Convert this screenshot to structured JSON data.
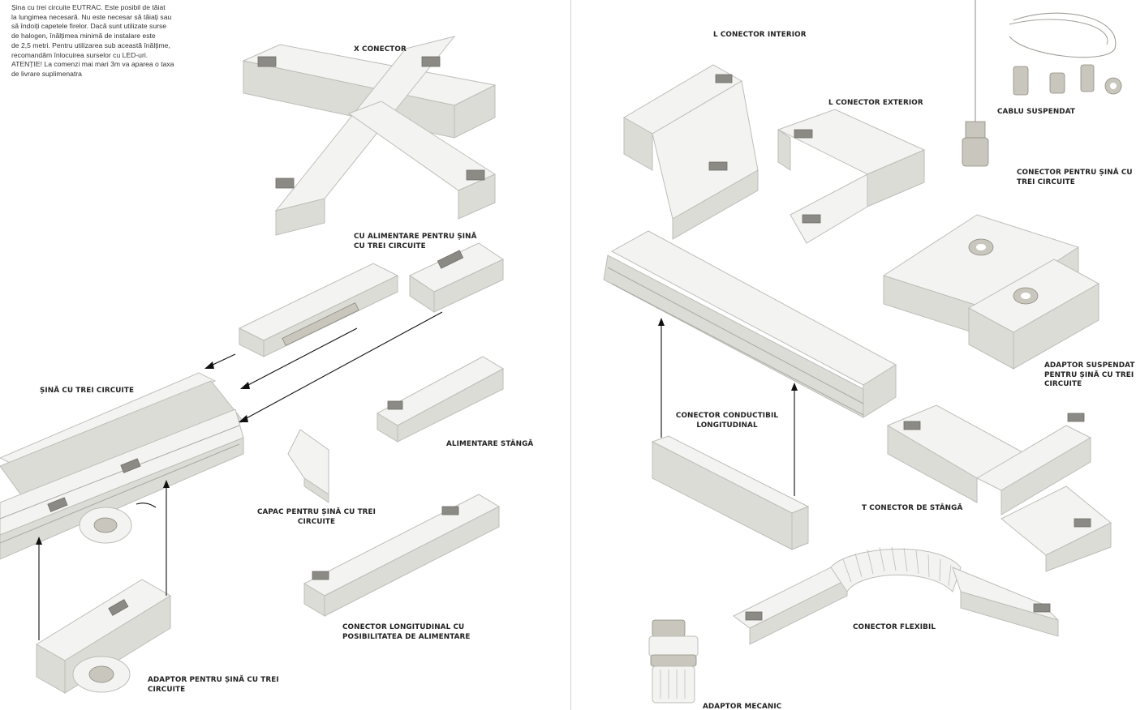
{
  "intro_text": "Șina cu trei circuite EUTRAC. Este posibil de tăiat\nla lungimea necesară. Nu este necesar să tăiați sau\nsă îndoiți capetele firelor. Dacă sunt utilizate surse\nde halogen, înălțimea minimă de instalare este\nde 2,5 metri. Pentru utilizarea sub această înălțime,\nrecomandăm înlocuirea surselor cu LED-uri.\nATENȚIE! La comenzi mai mari 3m va aparea o taxa\nde livrare suplimenatra",
  "left_page": {
    "labels": {
      "x_connector": "X CONECTOR",
      "feed_in": "CU ALIMENTARE PENTRU ȘINĂ\nCU TREI CIRCUITE",
      "track": "ȘINĂ CU TREI CIRCUITE",
      "left_feed": "ALIMENTARE STÂNGĂ",
      "end_cap": "CAPAC PENTRU ȘINĂ CU TREI\nCIRCUITE",
      "straight_feed": "CONECTOR LONGITUDINAL CU\nPOSIBILITATEA DE ALIMENTARE",
      "adapter": "ADAPTOR PENTRU ȘINĂ CU TREI\nCIRCUITE"
    }
  },
  "right_page": {
    "labels": {
      "l_inner": "L CONECTOR INTERIOR",
      "l_outer": "L CONECTOR EXTERIOR",
      "suspension_cable": "CABLU SUSPENDAT",
      "track_connector": "CONECTOR PENTRU ȘINĂ CU\nTREI CIRCUITE",
      "conductive_connector": "CONECTOR CONDUCTIBIL\nLONGITUDINAL",
      "suspension_adapter": "ADAPTOR SUSPENDAT\nPENTRU ȘINĂ CU TREI\nCIRCUITE",
      "t_left": "T CONECTOR DE STÂNGĂ",
      "flexible": "CONECTOR FLEXIBIL",
      "mechanical_adapter": "ADAPTOR MECANIC"
    }
  }
}
